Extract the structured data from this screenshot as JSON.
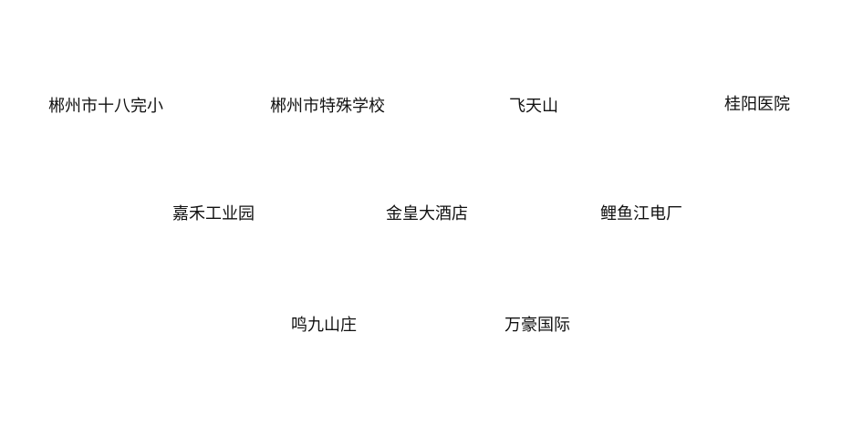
{
  "places": [
    {
      "label": "郴州市十八完小"
    },
    {
      "label": "郴州市特殊学校"
    },
    {
      "label": "飞天山"
    },
    {
      "label": "桂阳医院"
    },
    {
      "label": "嘉禾工业园"
    },
    {
      "label": "金皇大酒店"
    },
    {
      "label": "鲤鱼江电厂"
    },
    {
      "label": "鸣九山庄"
    },
    {
      "label": "万豪国际"
    }
  ]
}
